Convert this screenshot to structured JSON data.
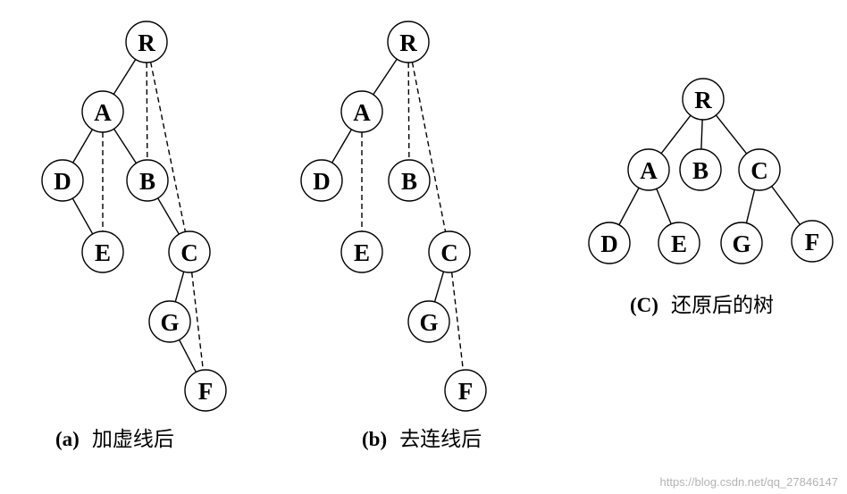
{
  "diagrams": [
    {
      "id": "a",
      "caption_tag": "(a)",
      "caption_text": "加虚线后",
      "nodes": [
        "R",
        "A",
        "D",
        "B",
        "E",
        "C",
        "G",
        "F"
      ],
      "solid_edges": [
        [
          "R",
          "A"
        ],
        [
          "A",
          "D"
        ],
        [
          "A",
          "B"
        ],
        [
          "D",
          "E"
        ],
        [
          "B",
          "C"
        ],
        [
          "C",
          "G"
        ],
        [
          "G",
          "F"
        ]
      ],
      "dashed_edges": [
        [
          "A",
          "E"
        ],
        [
          "R",
          "B"
        ],
        [
          "R",
          "C"
        ],
        [
          "C",
          "F"
        ]
      ]
    },
    {
      "id": "b",
      "caption_tag": "(b)",
      "caption_text": "去连线后",
      "nodes": [
        "R",
        "A",
        "D",
        "B",
        "E",
        "C",
        "G",
        "F"
      ],
      "solid_edges": [
        [
          "R",
          "A"
        ],
        [
          "A",
          "D"
        ],
        [
          "C",
          "G"
        ]
      ],
      "dashed_edges": [
        [
          "A",
          "E"
        ],
        [
          "R",
          "B"
        ],
        [
          "R",
          "C"
        ],
        [
          "C",
          "F"
        ]
      ]
    },
    {
      "id": "c",
      "caption_tag": "(C)",
      "caption_text": "还原后的树",
      "nodes": [
        "R",
        "A",
        "B",
        "C",
        "D",
        "E",
        "G",
        "F"
      ],
      "solid_edges": [
        [
          "R",
          "A"
        ],
        [
          "R",
          "B"
        ],
        [
          "R",
          "C"
        ],
        [
          "A",
          "D"
        ],
        [
          "A",
          "E"
        ],
        [
          "C",
          "G"
        ],
        [
          "C",
          "F"
        ]
      ],
      "dashed_edges": []
    }
  ],
  "watermark": "https://blog.csdn.net/qq_27846147",
  "colors": {
    "stroke": "#000000",
    "fill": "#ffffff",
    "watermark": "#b4b4b4"
  }
}
